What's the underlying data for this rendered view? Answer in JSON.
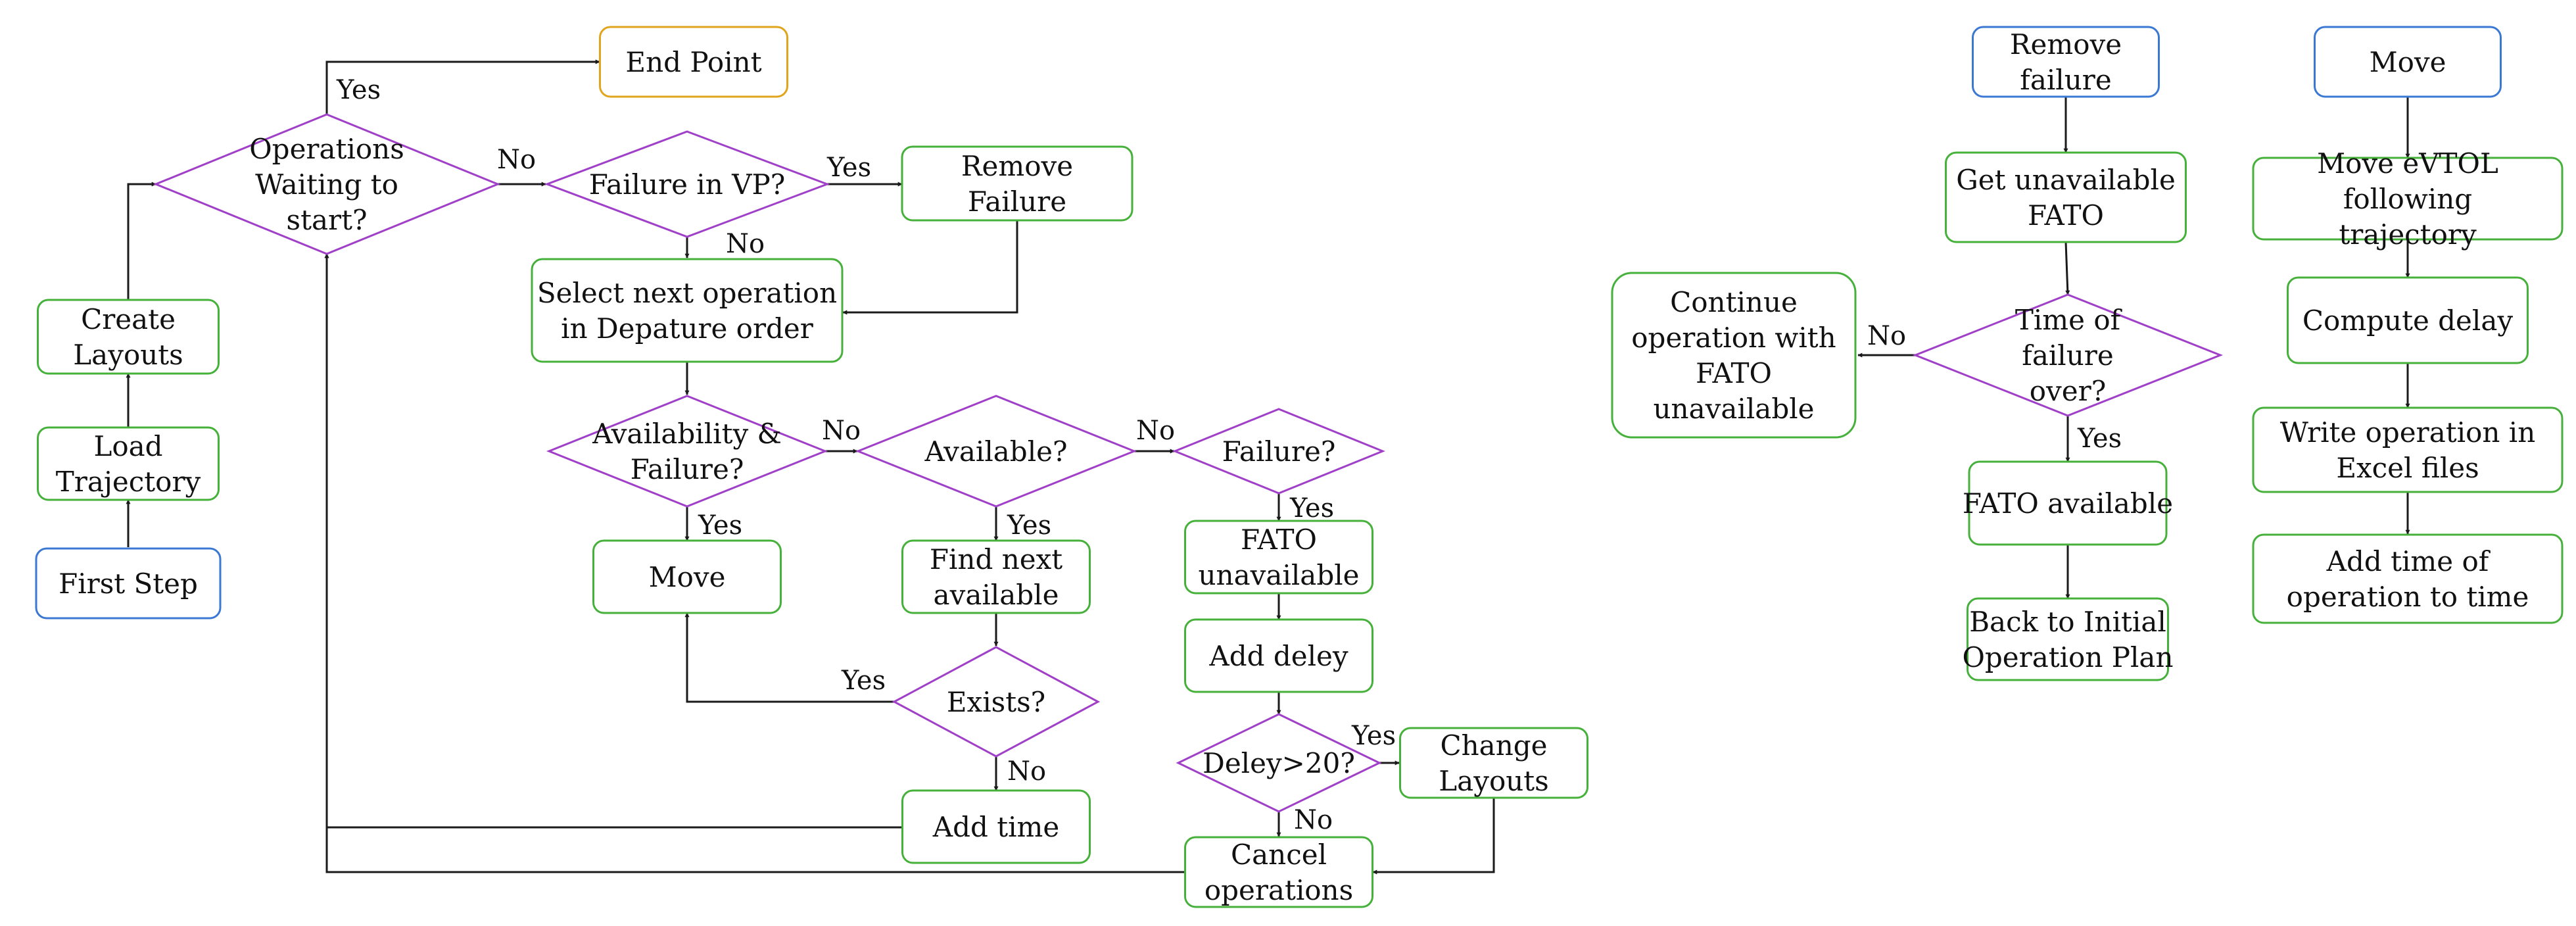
{
  "colors": {
    "start_border": "#3a78d4",
    "end_border": "#e0a51c",
    "process_border": "#46b13a",
    "decision_border": "#a040c8",
    "arrow": "#1a1a1a",
    "text": "#111111"
  },
  "nodes": {
    "first_step": {
      "label": "First Step",
      "kind": "start"
    },
    "load_trajectory": {
      "label": "Load Trajectory",
      "kind": "process"
    },
    "create_layouts": {
      "label": "Create Layouts",
      "kind": "process"
    },
    "operations_waiting": {
      "label": "Operations Waiting to start?",
      "kind": "decision"
    },
    "end_point": {
      "label": "End Point",
      "kind": "end"
    },
    "failure_in_vp": {
      "label": "Failure in VP?",
      "kind": "decision"
    },
    "remove_failure_main": {
      "label": "Remove Failure",
      "kind": "process"
    },
    "select_next_operation": {
      "label": "Select next operation in Depature order",
      "kind": "process"
    },
    "availability_failure": {
      "label": "Availability & Failure?",
      "kind": "decision"
    },
    "available": {
      "label": "Available?",
      "kind": "decision"
    },
    "failure_q": {
      "label": "Failure?",
      "kind": "decision"
    },
    "move_main": {
      "label": "Move",
      "kind": "process"
    },
    "find_next_available": {
      "label": "Find next available",
      "kind": "process"
    },
    "fato_unavailable": {
      "label": "FATO unavailable",
      "kind": "process"
    },
    "exists": {
      "label": "Exists?",
      "kind": "decision"
    },
    "add_deley": {
      "label": "Add deley",
      "kind": "process"
    },
    "deley_20": {
      "label": "Deley>20?",
      "kind": "decision"
    },
    "change_layouts": {
      "label": "Change Layouts",
      "kind": "process"
    },
    "add_time": {
      "label": "Add time",
      "kind": "process"
    },
    "cancel_operations": {
      "label": "Cancel operations",
      "kind": "process"
    },
    "remove_failure_sub": {
      "label": "Remove failure",
      "kind": "start"
    },
    "get_unavailable_fato": {
      "label": "Get unavailable FATO",
      "kind": "process"
    },
    "time_of_failure_over": {
      "label": "Time of failure over?",
      "kind": "decision"
    },
    "continue_operation": {
      "label": "Continue operation with FATO unavailable",
      "kind": "process"
    },
    "fato_available": {
      "label": "FATO available",
      "kind": "process"
    },
    "back_to_initial": {
      "label": "Back to Initial Operation Plan",
      "kind": "process"
    },
    "move_sub": {
      "label": "Move",
      "kind": "start"
    },
    "move_evtol": {
      "label": "Move eVTOL following trajectory",
      "kind": "process"
    },
    "compute_delay": {
      "label": "Compute delay",
      "kind": "process"
    },
    "write_operation": {
      "label": "Write operation in Excel files",
      "kind": "process"
    },
    "add_time_of_operation": {
      "label": "Add time of operation to time",
      "kind": "process"
    }
  },
  "edge_labels": {
    "ops_yes": "Yes",
    "ops_no": "No",
    "vp_yes": "Yes",
    "vp_no": "No",
    "af_no": "No",
    "af_yes": "Yes",
    "avail_no": "No",
    "avail_yes": "Yes",
    "fail_yes": "Yes",
    "exists_yes": "Yes",
    "exists_no": "No",
    "deley_yes": "Yes",
    "deley_no": "No",
    "time_no": "No",
    "time_yes": "Yes"
  }
}
